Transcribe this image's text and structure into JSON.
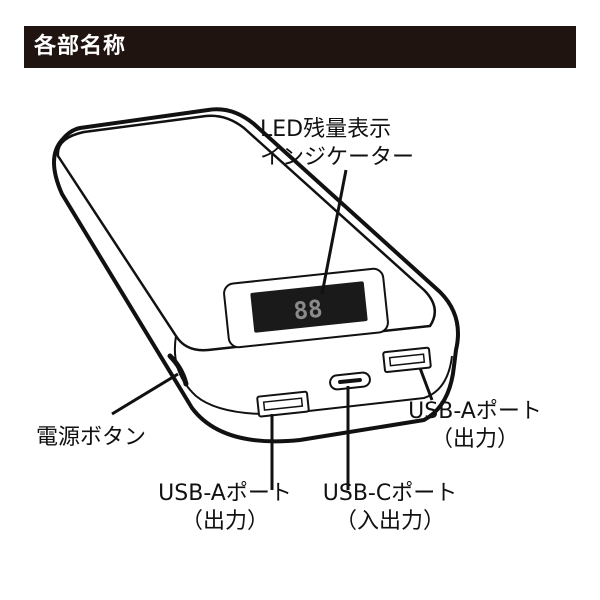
{
  "header": {
    "title": "各部名称",
    "background": "#1f1410"
  },
  "display": {
    "readout": "88"
  },
  "callouts": {
    "led_indicator": {
      "line1": "LED残量表示",
      "line2": "インジケーター"
    },
    "power_button": {
      "line1": "電源ボタン"
    },
    "usb_a_right": {
      "line1": "USB-Aポート",
      "line2": "（出力）"
    },
    "usb_a_left": {
      "line1": "USB-Aポート",
      "line2": "（出力）"
    },
    "usb_c": {
      "line1": "USB-Cポート",
      "line2": "（入出力）"
    }
  },
  "colors": {
    "outline": "#111111",
    "display_screen": "#1a1a1a",
    "display_digits": "#8a8a8a"
  }
}
